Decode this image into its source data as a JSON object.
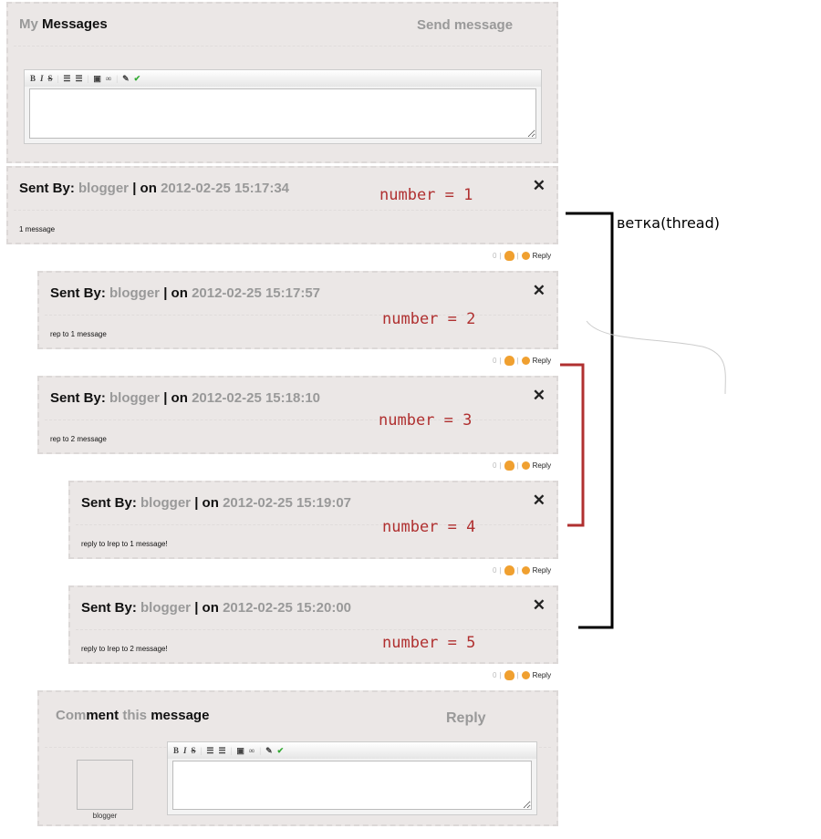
{
  "header": {
    "my": "My",
    "messages": "Messages",
    "send": "Send message"
  },
  "toolbar": {
    "bold": "B",
    "italic": "I",
    "strike": "S",
    "ul": "☰",
    "ol": "☰",
    "image": "▣",
    "link": "∞",
    "spell": "✎",
    "check": "✔"
  },
  "messages": [
    {
      "sent_by": "Sent By:",
      "author": "blogger",
      "on": "| on",
      "date": "2012-02-25 15:17:34",
      "text": "1 message",
      "number": "number = 1"
    },
    {
      "sent_by": "Sent By:",
      "author": "blogger",
      "on": "| on",
      "date": "2012-02-25 15:17:57",
      "text": "rep to 1 message",
      "number": "number = 2"
    },
    {
      "sent_by": "Sent By:",
      "author": "blogger",
      "on": "| on",
      "date": "2012-02-25 15:18:10",
      "text": "rep to 2 message",
      "number": "number = 3"
    },
    {
      "sent_by": "Sent By:",
      "author": "blogger",
      "on": "| on",
      "date": "2012-02-25 15:19:07",
      "text": "reply to Irep to 1 message!",
      "number": "number = 4"
    },
    {
      "sent_by": "Sent By:",
      "author": "blogger",
      "on": "| on",
      "date": "2012-02-25 15:20:00",
      "text": "reply to Irep to 2 message!",
      "number": "number = 5"
    }
  ],
  "actions": {
    "count": "0",
    "reply": "Reply",
    "close": "✕"
  },
  "comment": {
    "com": "Com",
    "ment": "ment",
    "this": "this",
    "message": "message",
    "reply": "Reply",
    "avatar_name": "blogger"
  },
  "annotation": {
    "thread": "ветка(thread)"
  }
}
